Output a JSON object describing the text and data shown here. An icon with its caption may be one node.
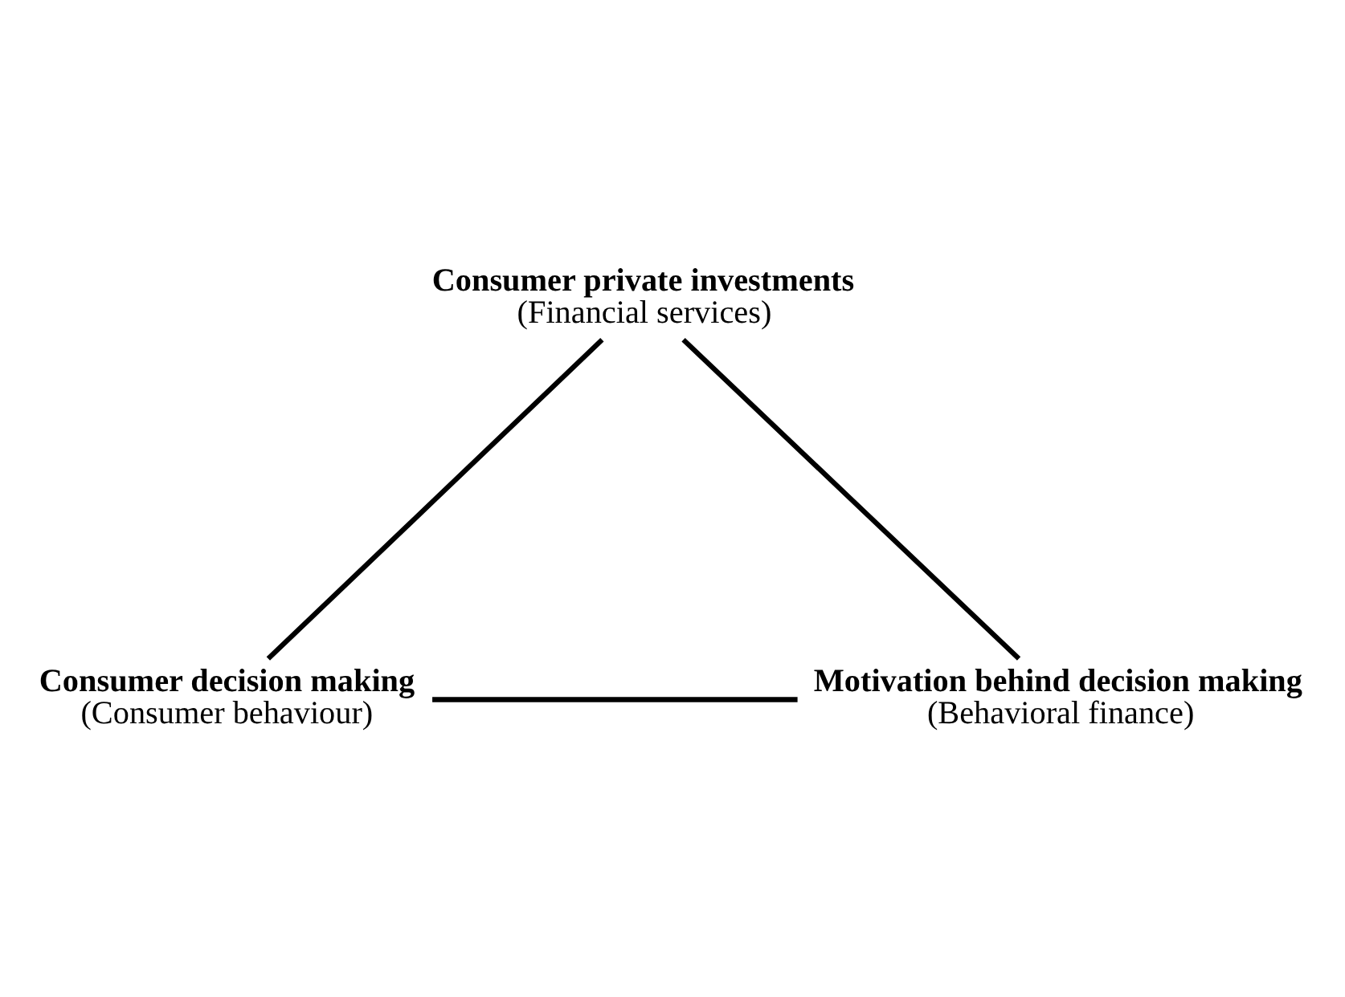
{
  "diagram": {
    "nodes": [
      {
        "text": [
          "Consumer private investments",
          "(Financial services)"
        ]
      },
      {
        "text": [
          "Consumer decision making",
          "(Consumer behaviour)"
        ]
      },
      {
        "text": [
          "Motivation behind decision making",
          "(Behavioral finance)"
        ]
      }
    ],
    "edges": [
      {
        "from": 0,
        "to": 1,
        "arrow": "none"
      },
      {
        "from": 0,
        "to": 2,
        "arrow": "none"
      },
      {
        "from": 1,
        "to": 2,
        "arrow": "none"
      }
    ]
  }
}
